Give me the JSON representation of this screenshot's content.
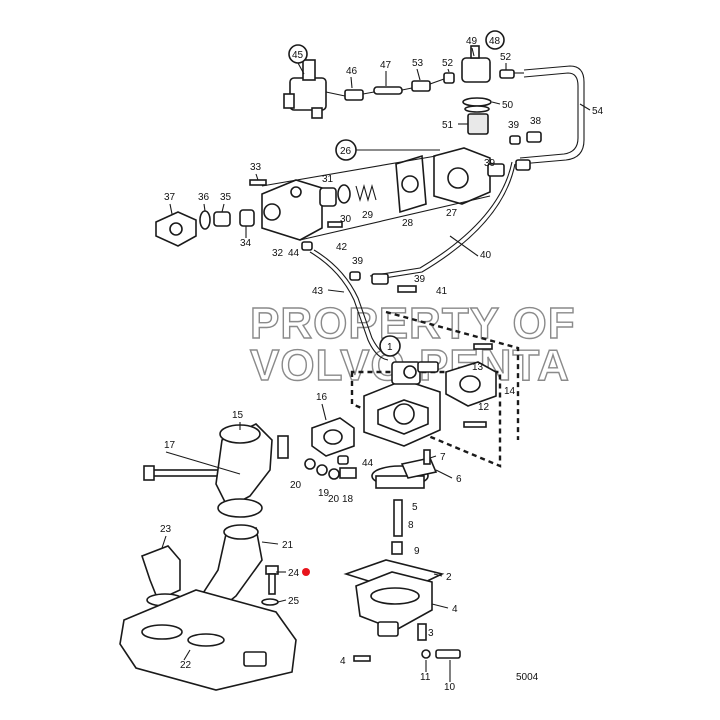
{
  "watermark": {
    "line1": "PROPERTY OF",
    "line2": "VOLVO PENTA"
  },
  "drawing_number": "5004",
  "highlight_color": "#e8141c",
  "labels": {
    "l1": "1",
    "l2": "2",
    "l3": "3",
    "l4a": "4",
    "l4b": "4",
    "l5": "5",
    "l6": "6",
    "l7": "7",
    "l8": "8",
    "l9": "9",
    "l10": "10",
    "l11": "11",
    "l12": "12",
    "l13": "13",
    "l14": "14",
    "l15": "15",
    "l16": "16",
    "l17": "17",
    "l18": "18",
    "l19": "19",
    "l20a": "20",
    "l20b": "20",
    "l21": "21",
    "l22": "22",
    "l23": "23",
    "l24": "24",
    "l25": "25",
    "l26": "26",
    "l27": "27",
    "l28": "28",
    "l29": "29",
    "l30": "30",
    "l31": "31",
    "l32": "32",
    "l33": "33",
    "l34": "34",
    "l35": "35",
    "l36": "36",
    "l37": "37",
    "l38": "38",
    "l39a": "39",
    "l39b": "39",
    "l39c": "39",
    "l39d": "39",
    "l40": "40",
    "l41": "41",
    "l42": "42",
    "l43": "43",
    "l44a": "44",
    "l44b": "44",
    "l45": "45",
    "l46": "46",
    "l47": "47",
    "l48": "48",
    "l49": "49",
    "l50": "50",
    "l51": "51",
    "l52a": "52",
    "l52b": "52",
    "l53": "53",
    "l54": "54"
  }
}
